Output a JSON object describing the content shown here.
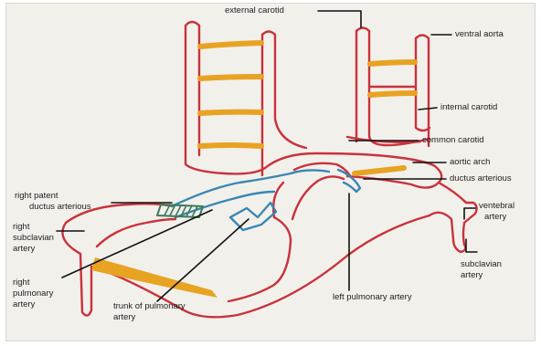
{
  "colors": {
    "background": "#f2f0eb",
    "vessel_red": "#c8323c",
    "vessel_orange": "#e8a323",
    "vessel_blue": "#3a86b4",
    "hatch_green": "#3d7a5c",
    "leader_black": "#111111"
  },
  "labels": {
    "external_carotid": "external carotid",
    "ventral_aorta": "ventral aorta",
    "internal_carotid": "internal carotid",
    "common_carotid": "common carotid",
    "aortic_arch": "aortic arch",
    "ductus_arterious": "ductus arterious",
    "right_patent_ductus_l1": "right patent",
    "right_patent_ductus_l2": "ductus arterious",
    "right_subclavian_l1": "right",
    "right_subclavian_l2": "subclavian",
    "right_subclavian_l3": "artery",
    "vertebral_l1": "ventebral",
    "vertebral_l2": "artery",
    "subclavian_l1": "subclavian",
    "subclavian_l2": "artery",
    "right_pulmonary_l1": "right",
    "right_pulmonary_l2": "pulmonary",
    "right_pulmonary_l3": "artery",
    "trunk_pulmonary_l1": "trunk of  pulmonary",
    "trunk_pulmonary_l2": "artery",
    "left_pulmonary": "left pulmonary artery"
  }
}
